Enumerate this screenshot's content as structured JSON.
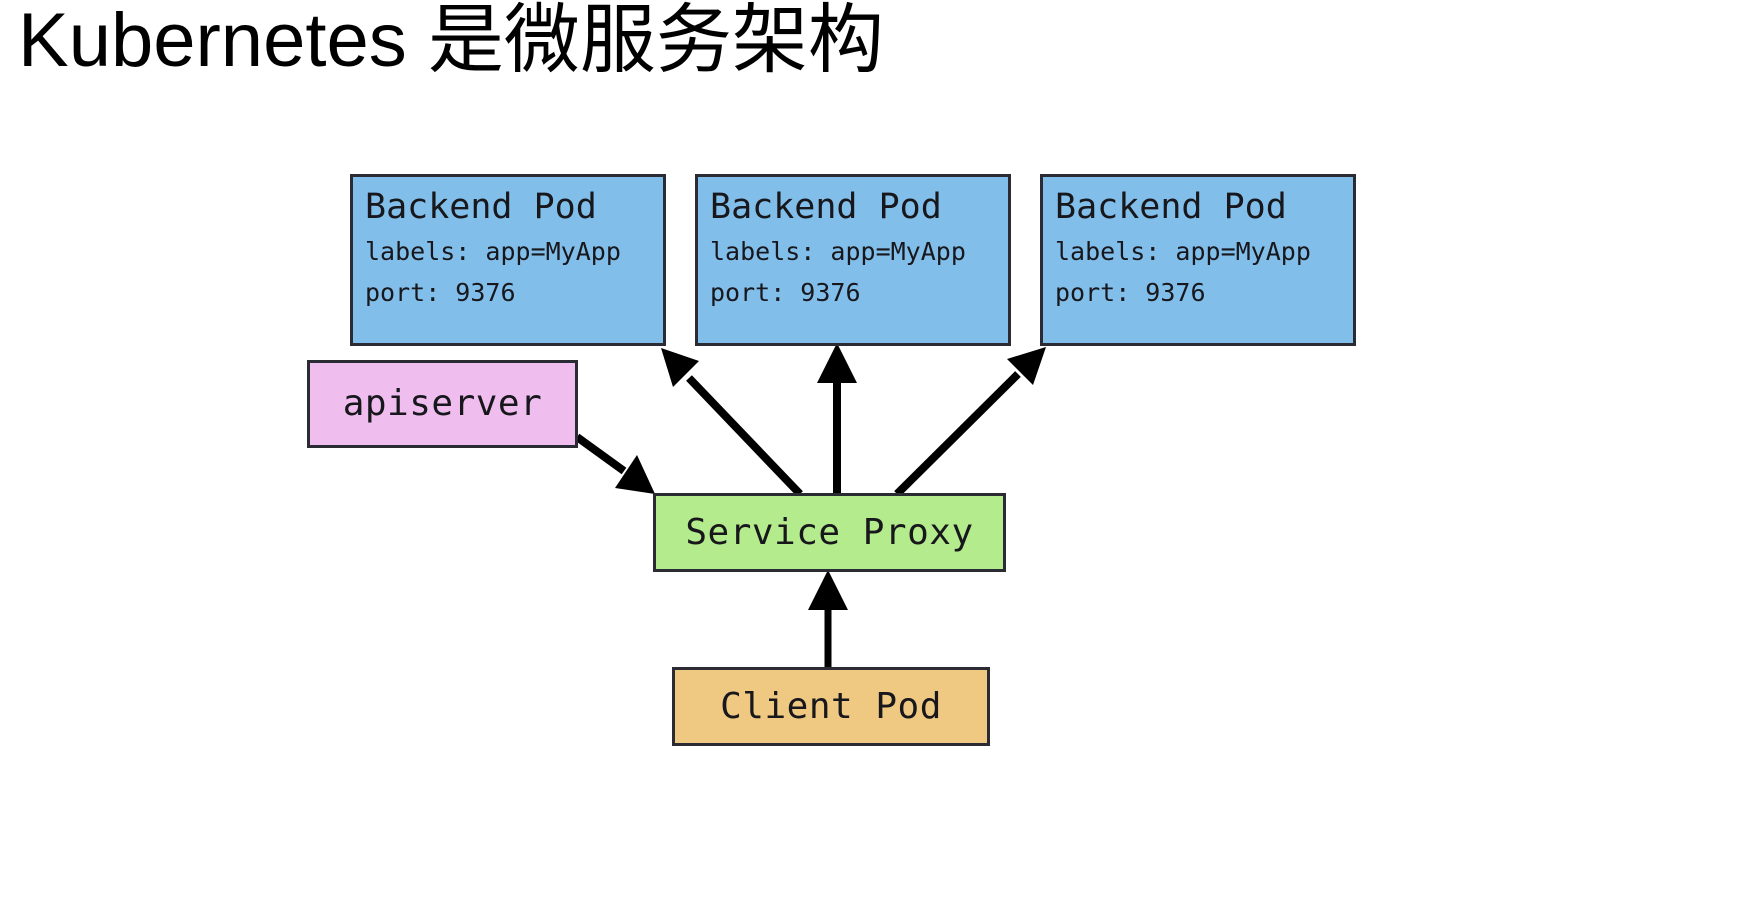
{
  "slide": {
    "title": "Kubernetes 是微服务架构",
    "background_color": "#ffffff"
  },
  "diagram": {
    "type": "architecture-flow",
    "palette": {
      "pod_fill": "#82beea",
      "apiserver_fill": "#efbeef",
      "service_proxy_fill": "#b4eb8c",
      "client_pod_fill": "#efc882",
      "border": "#2b2b33",
      "arrow": "#000000",
      "text": "#17171c"
    },
    "backend_pods": [
      {
        "title": "Backend Pod",
        "labels_line": "labels: app=MyApp",
        "port_line": "port: 9376"
      },
      {
        "title": "Backend Pod",
        "labels_line": "labels: app=MyApp",
        "port_line": "port: 9376"
      },
      {
        "title": "Backend Pod",
        "labels_line": "labels: app=MyApp",
        "port_line": "port: 9376"
      }
    ],
    "apiserver": {
      "label": "apiserver"
    },
    "service_proxy": {
      "label": "Service Proxy"
    },
    "client_pod": {
      "label": "Client Pod"
    },
    "edges": [
      {
        "from": "Service Proxy",
        "to": "Backend Pod 1",
        "arrow": "single"
      },
      {
        "from": "Service Proxy",
        "to": "Backend Pod 2",
        "arrow": "single"
      },
      {
        "from": "Service Proxy",
        "to": "Backend Pod 3",
        "arrow": "single"
      },
      {
        "from": "apiserver",
        "to": "Service Proxy",
        "arrow": "single"
      },
      {
        "from": "Client Pod",
        "to": "Service Proxy",
        "arrow": "single"
      }
    ]
  }
}
